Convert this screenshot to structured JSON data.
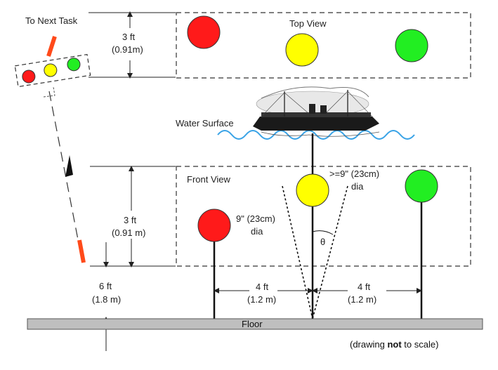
{
  "labels": {
    "next_task": "To Next Task",
    "top_view": "Top View",
    "front_view": "Front View",
    "water_surface": "Water Surface",
    "floor": "Floor",
    "top_dim_ft": "3 ft",
    "top_dim_m": "(0.91m)",
    "front_dim_ft": "3 ft",
    "front_dim_m": "(0.91 m)",
    "depth_ft": "6 ft",
    "depth_m": "(1.8 m)",
    "red_size": "9\" (23cm)",
    "red_size_2": "dia",
    "yellow_size": ">=9\" (23cm)",
    "yellow_size_2": "dia",
    "theta": "θ",
    "spacing_left_ft": "4 ft",
    "spacing_left_m": "(1.2 m)",
    "spacing_right_ft": "4 ft",
    "spacing_right_m": "(1.2 m)",
    "note_pre": "(drawing ",
    "note_bold": "not",
    "note_post": " to scale)"
  },
  "colors": {
    "red": "#ff1a1a",
    "yellow": "#ffff00",
    "green": "#22ee22",
    "marker": "#ff4a1a",
    "water": "#3aa3e6",
    "floor": "#bfbfbf",
    "line": "#222222"
  }
}
